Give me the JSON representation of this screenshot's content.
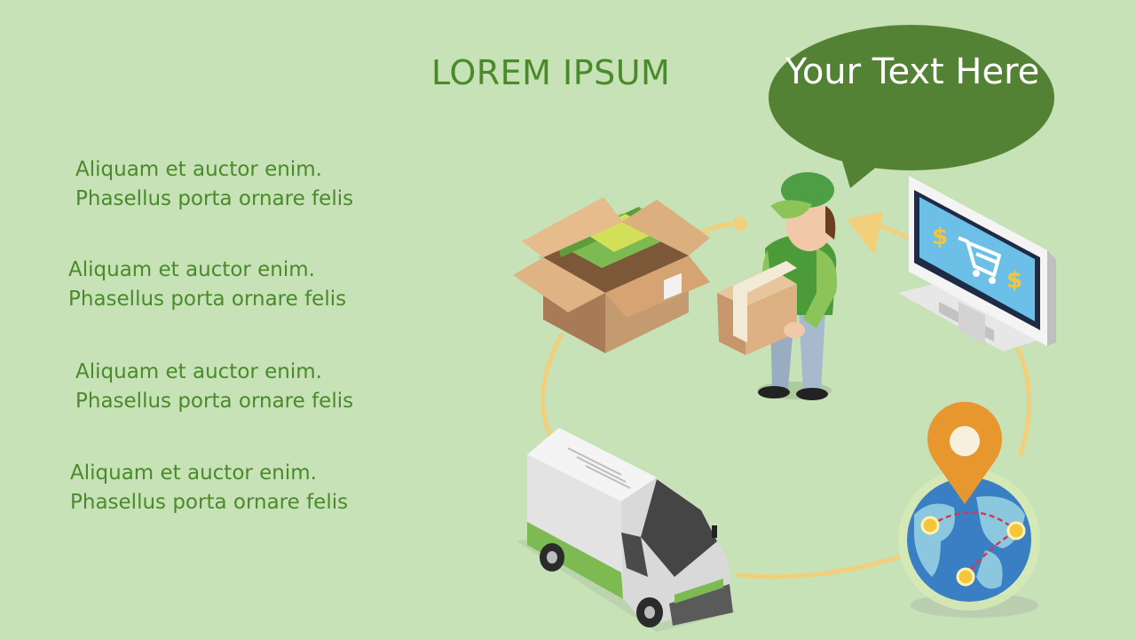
{
  "slide": {
    "title": "LOREM IPSUM",
    "bubble_text": "Your Text Here",
    "bullets": [
      {
        "line1": "Aliquam et auctor enim.",
        "line2": "Phasellus porta ornare felis"
      },
      {
        "line1": "Aliquam et auctor enim.",
        "line2": "Phasellus porta ornare felis"
      },
      {
        "line1": "Aliquam et auctor enim.",
        "line2": "Phasellus porta ornare felis"
      },
      {
        "line1": "Aliquam et auctor enim.",
        "line2": "Phasellus porta ornare felis"
      }
    ],
    "monitor_symbols": {
      "dollar": "$"
    }
  },
  "colors": {
    "background": "#c6e2b6",
    "text_green": "#4a8a2a",
    "bubble_green": "#548235",
    "cycle_arrow": "#f2cf7a",
    "pin_orange": "#e8962e",
    "globe_blue": "#3a7fc4",
    "screen_blue": "#6cc0e8"
  }
}
